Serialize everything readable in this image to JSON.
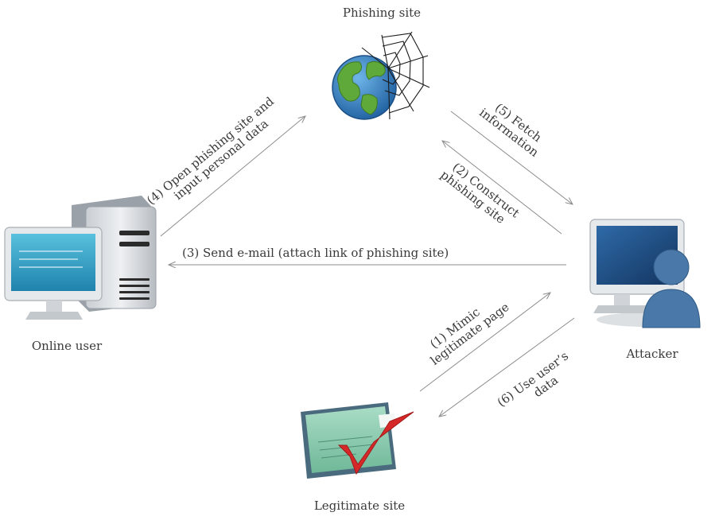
{
  "nodes": {
    "phishing_site": "Phishing site",
    "online_user": "Online user",
    "attacker": "Attacker",
    "legitimate_site": "Legitimate site"
  },
  "steps": {
    "s1_line1": "(1) Mimic",
    "s1_line2": "legitimate page",
    "s2_line1": "(2) Construct",
    "s2_line2": "phishing site",
    "s3": "(3) Send e-mail (attach link of phishing site)",
    "s4_line1": "(4) Open phishing site and",
    "s4_line2": "input personal data",
    "s5_line1": "(5) Fetch",
    "s5_line2": "information",
    "s6_line1": "(6) Use user’s",
    "s6_line2": "data"
  },
  "colors": {
    "arrow": "#8c8c8c",
    "text": "#3a3a3a",
    "monitor_frame": "#e6e9ec",
    "screen_user": "#3aa6c8",
    "screen_attacker": "#1f4f8a",
    "avatar": "#4a78a8",
    "globe_ocean": "#3b86c7",
    "globe_land": "#5fa83a",
    "check": "#d62828",
    "document": "#8fcdb4"
  },
  "icons": {
    "phishing_site": "globe-with-spider-web-icon",
    "online_user": "desktop-computer-icon",
    "attacker": "hacker-computer-icon",
    "legitimate_site": "certificate-checkmark-icon"
  }
}
